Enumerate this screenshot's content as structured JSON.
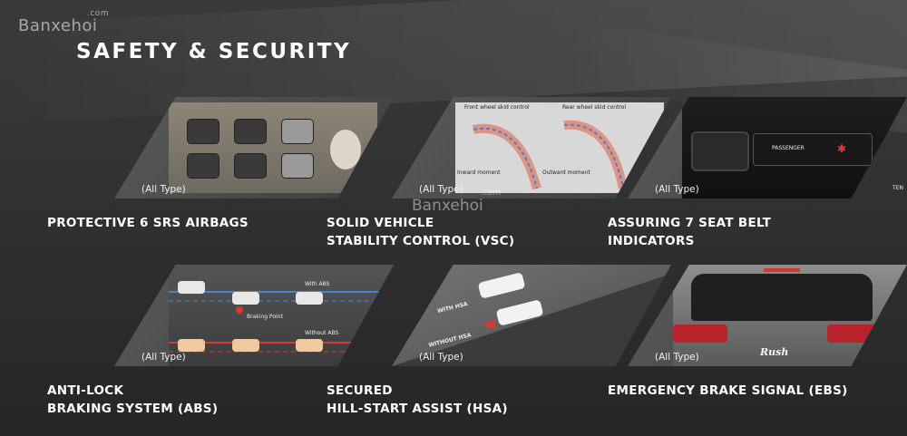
{
  "watermark": {
    "name": "Banxehoi",
    "domain": ".com"
  },
  "title": "SAFETY & SECURITY",
  "cards": [
    {
      "type_label": "(All Type)",
      "feature_lines": [
        "PROTECTIVE 6 SRS AIRBAGS"
      ]
    },
    {
      "type_label": "(All Type)",
      "feature_lines": [
        "SOLID VEHICLE",
        "STABILITY CONTROL (VSC)"
      ],
      "diagram_labels": {
        "front": "Front wheel skid control",
        "rear": "Rear wheel skid control",
        "inward": "Inward moment",
        "outward": "Outward moment"
      },
      "watermark": "Banxehoi",
      "watermark_domain": ".com"
    },
    {
      "type_label": "(All Type)",
      "feature_lines": [
        "ASSURING 7 SEAT BELT",
        "INDICATORS"
      ],
      "panel_labels": {
        "passenger": "PASSENGER",
        "brand": "TEN"
      }
    },
    {
      "type_label": "(All Type)",
      "feature_lines": [
        "ANTI-LOCK",
        "BRAKING SYSTEM (ABS)"
      ],
      "diagram_labels": {
        "with_abs": "With ABS",
        "braking_point": "Braking Point",
        "without_abs": "Without ABS"
      }
    },
    {
      "type_label": "(All Type)",
      "feature_lines": [
        "SECURED",
        "HILL-START ASSIST (HSA)"
      ],
      "diagram_labels": {
        "with_hsa": "WITH HSA",
        "without_hsa": "WITHOUT HSA"
      }
    },
    {
      "type_label": "(All Type)",
      "feature_lines": [
        "EMERGENCY BRAKE SIGNAL (EBS)"
      ],
      "badge": "Rush"
    }
  ],
  "colors": {
    "background": "#2b2b2b",
    "text": "#ffffff",
    "abs_blue": "#3a8bd1",
    "abs_red": "#d63a2f"
  }
}
